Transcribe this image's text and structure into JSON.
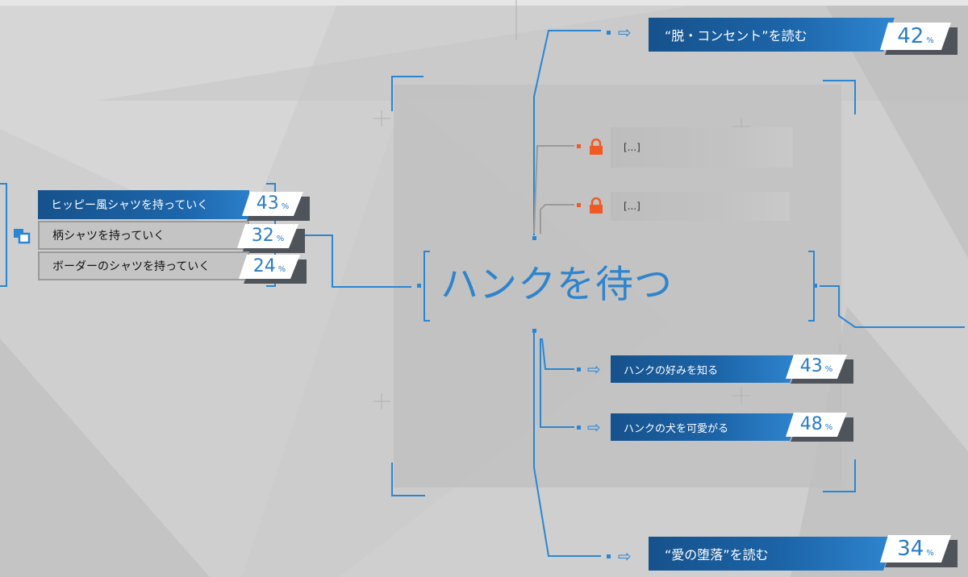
{
  "main": {
    "title": "ハンクを待つ"
  },
  "top_option": {
    "label": "“脱・コンセント”を読む",
    "percent": "42",
    "unit": "%"
  },
  "bottom_option": {
    "label": "“愛の堕落”を読む",
    "percent": "34",
    "unit": "%"
  },
  "locked_options": [
    {
      "label": "[...]"
    },
    {
      "label": "[...]"
    }
  ],
  "right_options": [
    {
      "label": "ハンクの好みを知る",
      "percent": "43",
      "unit": "%"
    },
    {
      "label": "ハンクの犬を可愛がる",
      "percent": "48",
      "unit": "%"
    }
  ],
  "left_options": [
    {
      "label": "ヒッピー風シャツを持っていく",
      "percent": "43",
      "unit": "%"
    },
    {
      "label": "柄シャツを持っていく",
      "percent": "32",
      "unit": "%"
    },
    {
      "label": "ボーダーのシャツを持っていく",
      "percent": "24",
      "unit": "%"
    }
  ],
  "colors": {
    "accent": "#2b86d2",
    "bar_dark": "#16528c",
    "lock": "#f05a24",
    "background": "#cfcfcf"
  },
  "icons": {
    "arrow": "arrow-right-icon",
    "lock": "lock-icon",
    "stack": "stacked-squares-icon"
  }
}
